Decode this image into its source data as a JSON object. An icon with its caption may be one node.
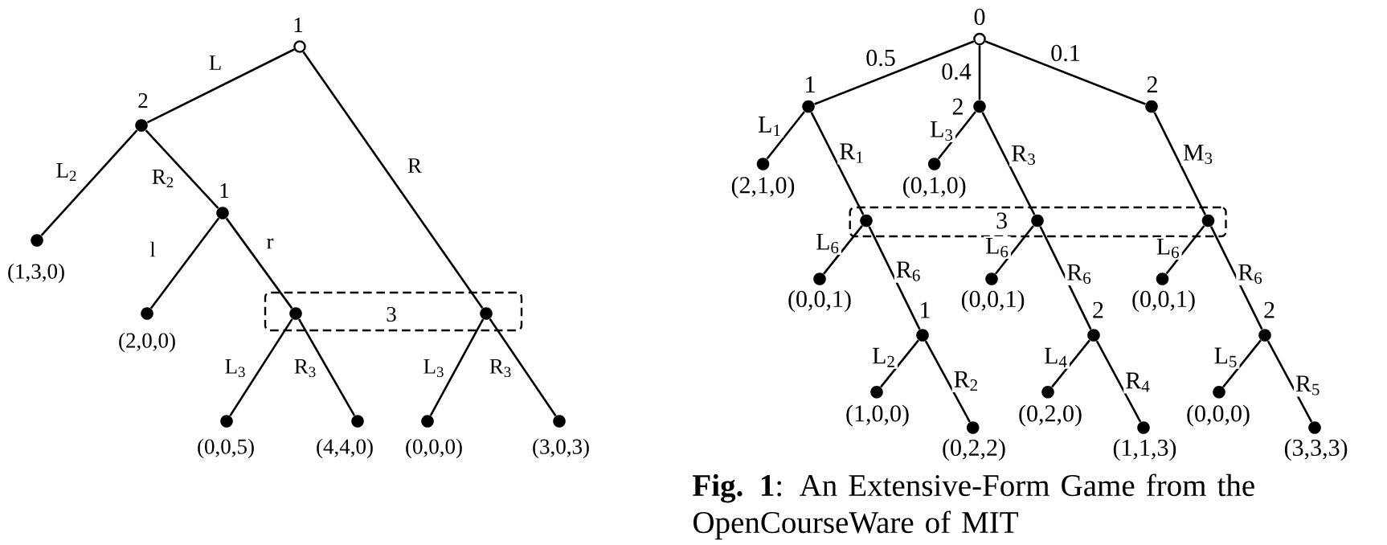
{
  "diagram": {
    "caption": "**Fig. 1**: An Extensive-Form Game from the OpenCourseWare of MIT",
    "nodes": [
      {
        "text": [],
        "shape": "circle",
        "beside": [
          "1"
        ]
      },
      {
        "text": [],
        "shape": "dot",
        "beside": [
          "2"
        ]
      },
      {
        "text": [],
        "shape": "dot",
        "beside": [
          "(1,3,0)"
        ]
      },
      {
        "text": [],
        "shape": "dot",
        "beside": [
          "1"
        ]
      },
      {
        "text": [],
        "shape": "dot",
        "beside": [
          "(2,0,0)"
        ]
      },
      {
        "text": [
          "3"
        ]
      },
      {
        "text": [],
        "shape": "dot",
        "in": 5
      },
      {
        "text": [],
        "shape": "dot",
        "in": 5
      },
      {
        "text": [],
        "shape": "dot",
        "beside": [
          "(0,0,5)"
        ]
      },
      {
        "text": [],
        "shape": "dot",
        "beside": [
          "(4,4,0)"
        ]
      },
      {
        "text": [],
        "shape": "dot",
        "beside": [
          "(0,0,0)"
        ]
      },
      {
        "text": [],
        "shape": "dot",
        "beside": [
          "(3,0,3)"
        ]
      },
      {
        "text": [],
        "shape": "circle",
        "beside": [
          "0"
        ]
      },
      {
        "text": [],
        "shape": "dot",
        "beside": [
          "1"
        ]
      },
      {
        "text": [],
        "shape": "dot",
        "beside": [
          "2"
        ]
      },
      {
        "text": [],
        "shape": "dot",
        "beside": [
          "2"
        ]
      },
      {
        "text": [],
        "shape": "dot",
        "beside": [
          "(2,1,0)"
        ]
      },
      {
        "text": [],
        "shape": "dot",
        "beside": [
          "(0,1,0)"
        ]
      },
      {
        "text": [
          "3"
        ]
      },
      {
        "text": [],
        "shape": "dot",
        "in": 18
      },
      {
        "text": [],
        "shape": "dot",
        "in": 18
      },
      {
        "text": [],
        "shape": "dot",
        "in": 18
      },
      {
        "text": [],
        "shape": "dot",
        "beside": [
          "(0,0,1)"
        ]
      },
      {
        "text": [],
        "shape": "dot",
        "beside": [
          "1"
        ]
      },
      {
        "text": [],
        "shape": "dot",
        "beside": [
          "(0,0,1)"
        ]
      },
      {
        "text": [],
        "shape": "dot",
        "beside": [
          "2"
        ]
      },
      {
        "text": [],
        "shape": "dot",
        "beside": [
          "(0,0,1)"
        ]
      },
      {
        "text": [],
        "shape": "dot",
        "beside": [
          "2"
        ]
      },
      {
        "text": [],
        "shape": "dot",
        "beside": [
          "(1,0,0)"
        ]
      },
      {
        "text": [],
        "shape": "dot",
        "beside": [
          "(0,2,2)"
        ]
      },
      {
        "text": [],
        "shape": "dot",
        "beside": [
          "(0,2,0)"
        ]
      },
      {
        "text": [],
        "shape": "dot",
        "beside": [
          "(1,1,3)"
        ]
      },
      {
        "text": [],
        "shape": "dot",
        "beside": [
          "(0,0,0)"
        ]
      },
      {
        "text": [],
        "shape": "dot",
        "beside": [
          "(3,3,3)"
        ]
      }
    ],
    "edges": [
      {
        "from": 0,
        "to": 1,
        "arrow": "none",
        "label": "L"
      },
      {
        "from": 0,
        "to": 7,
        "arrow": "none",
        "label": "R"
      },
      {
        "from": 1,
        "to": 2,
        "arrow": "none",
        "label": "L$_{2}$"
      },
      {
        "from": 1,
        "to": 3,
        "arrow": "none",
        "label": "R$_{2}$"
      },
      {
        "from": 3,
        "to": 4,
        "arrow": "none",
        "label": "l"
      },
      {
        "from": 3,
        "to": 6,
        "arrow": "none",
        "label": "r"
      },
      {
        "from": 6,
        "to": 8,
        "arrow": "none",
        "label": "L$_{3}$"
      },
      {
        "from": 6,
        "to": 9,
        "arrow": "none",
        "label": "R$_{3}$"
      },
      {
        "from": 7,
        "to": 10,
        "arrow": "none",
        "label": "L$_{3}$"
      },
      {
        "from": 7,
        "to": 11,
        "arrow": "none",
        "label": "R$_{3}$"
      },
      {
        "from": 12,
        "to": 13,
        "arrow": "none",
        "label": "0.5"
      },
      {
        "from": 12,
        "to": 14,
        "arrow": "none",
        "label": "0.4"
      },
      {
        "from": 12,
        "to": 15,
        "arrow": "none",
        "label": "0.1"
      },
      {
        "from": 13,
        "to": 16,
        "arrow": "none",
        "label": "L$_{1}$"
      },
      {
        "from": 13,
        "to": 19,
        "arrow": "none",
        "label": "R$_{1}$"
      },
      {
        "from": 14,
        "to": 17,
        "arrow": "none",
        "label": "L$_{3}$"
      },
      {
        "from": 14,
        "to": 20,
        "arrow": "none",
        "label": "R$_{3}$"
      },
      {
        "from": 15,
        "to": 21,
        "arrow": "none",
        "label": "M$_{3}$"
      },
      {
        "from": 19,
        "to": 22,
        "arrow": "none",
        "label": "L$_{6}$"
      },
      {
        "from": 19,
        "to": 23,
        "arrow": "none",
        "label": "R$_{6}$"
      },
      {
        "from": 20,
        "to": 24,
        "arrow": "none",
        "label": "L$_{6}$"
      },
      {
        "from": 20,
        "to": 25,
        "arrow": "none",
        "label": "R$_{6}$"
      },
      {
        "from": 21,
        "to": 26,
        "arrow": "none",
        "label": "L$_{6}$"
      },
      {
        "from": 21,
        "to": 27,
        "arrow": "none",
        "label": "R$_{6}$"
      },
      {
        "from": 23,
        "to": 28,
        "arrow": "none",
        "label": "L$_{2}$"
      },
      {
        "from": 23,
        "to": 29,
        "arrow": "none",
        "label": "R$_{2}$"
      },
      {
        "from": 25,
        "to": 30,
        "arrow": "none",
        "label": "L$_{4}$"
      },
      {
        "from": 25,
        "to": 31,
        "arrow": "none",
        "label": "R$_{4}$"
      },
      {
        "from": 27,
        "to": 32,
        "arrow": "none",
        "label": "L$_{5}$"
      },
      {
        "from": 27,
        "to": 33,
        "arrow": "none",
        "label": "R$_{5}$"
      }
    ]
  }
}
